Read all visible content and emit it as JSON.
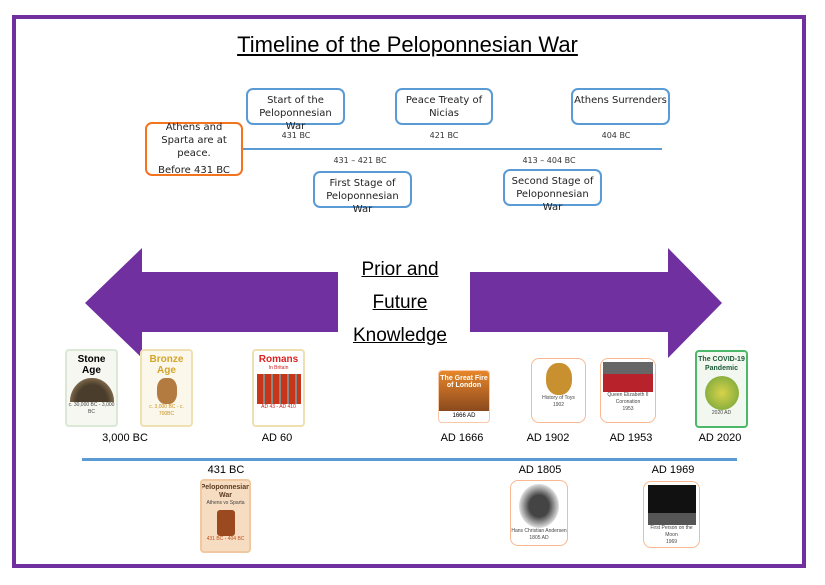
{
  "title": "Timeline of the Peloponnesian War",
  "top_timeline": {
    "events": [
      {
        "text": "Start of the Peloponnesian War",
        "date": "431 BC"
      },
      {
        "text": "Peace Treaty of Nicias",
        "date": "421 BC"
      },
      {
        "text": "Athens Surrenders",
        "date": "404 BC"
      },
      {
        "text": "First Stage of Peloponnesian War",
        "date": "431 – 421 BC"
      },
      {
        "text": "Second Stage of Peloponnesian War",
        "date": "413 – 404 BC"
      }
    ],
    "start": {
      "line1": "Athens and Sparta are at peace.",
      "line2": "Before 431 BC"
    }
  },
  "center": {
    "line1": "Prior and",
    "line2": "Future",
    "line3": "Knowledge"
  },
  "colors": {
    "frame": "#7030A0",
    "arrow": "#7030A0",
    "line": "#5B9BD5",
    "orange": "#F4731F"
  },
  "upper_row": [
    {
      "title": "Stone Age",
      "sub": "c. 30,000 BC - 3,000 BC",
      "label": "3,000 BC"
    },
    {
      "title": "Bronze Age",
      "sub": "c. 3,000 BC - c. 700BC"
    },
    {
      "title": "Romans",
      "sub2": "In Britain",
      "sub": "AD 43 - AD 410",
      "label": "AD 60"
    },
    {
      "title": "The Great Fire of London",
      "sub": "1666 AD",
      "label": "AD 1666"
    },
    {
      "title": "History of Toys",
      "sub": "1902",
      "label": "AD 1902"
    },
    {
      "title": "Queen Elizabeth II Coronation",
      "sub": "1953",
      "label": "AD 1953"
    },
    {
      "title": "The COVID-19 Pandemic",
      "sub": "2020 AD",
      "label": "AD 2020"
    }
  ],
  "lower_row": [
    {
      "title": "Peloponnesian War",
      "sub2": "Athens vs Sparta",
      "sub": "431 BC - 404 BC",
      "label": "431 BC"
    },
    {
      "title": "Hans Christian Andersen",
      "sub": "1805 AD",
      "label": "AD 1805"
    },
    {
      "title": "First Person on the Moon",
      "sub": "1969",
      "label": "AD 1969"
    }
  ]
}
